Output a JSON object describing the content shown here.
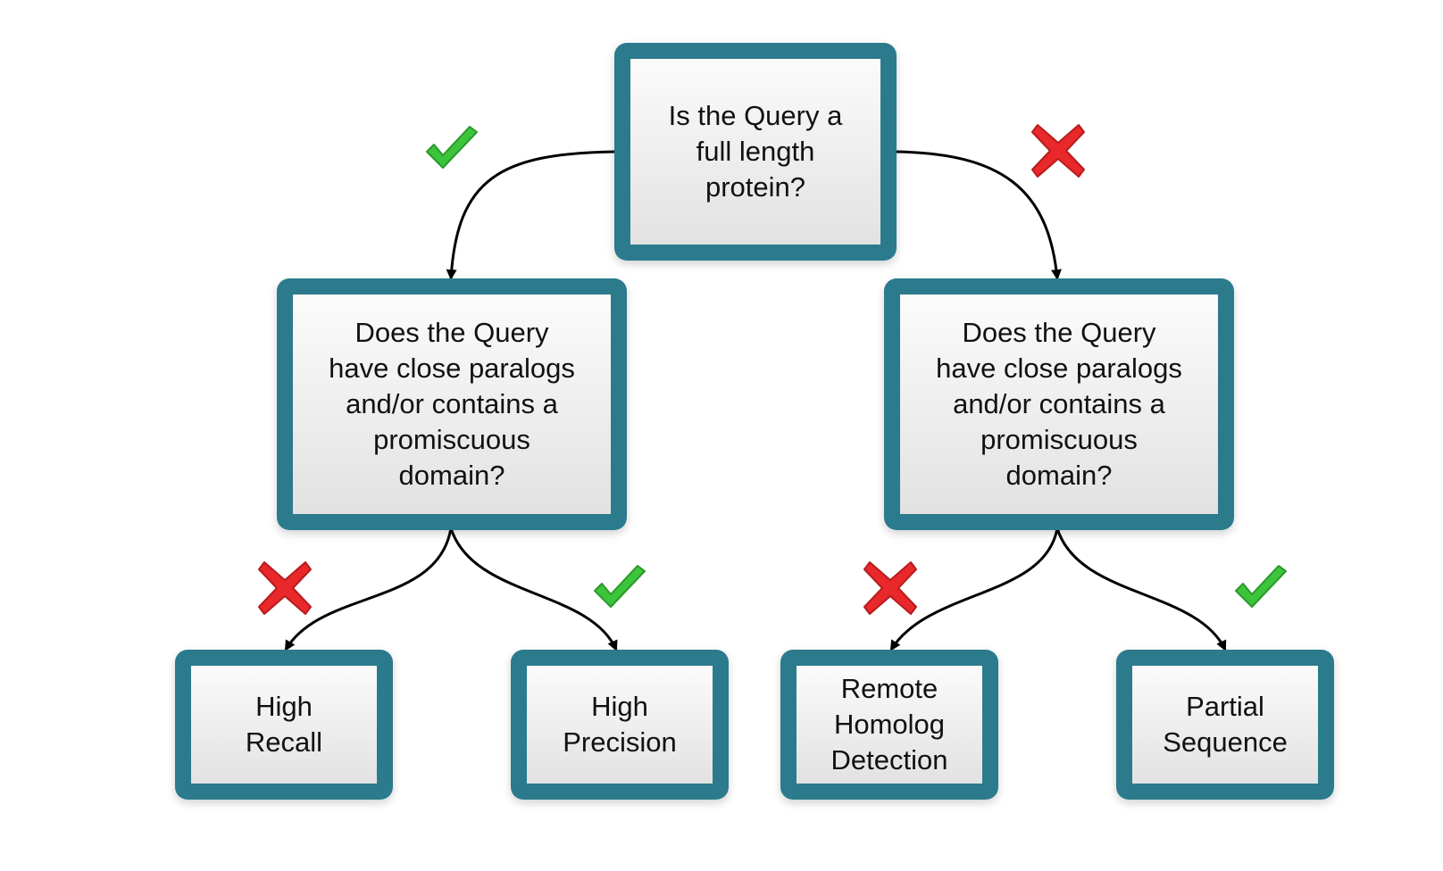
{
  "diagram": {
    "root": {
      "text": "Is the Query a\nfull length\nprotein?"
    },
    "left_question": {
      "text": "Does the Query\nhave close paralogs\nand/or contains a\npromiscuous\ndomain?"
    },
    "right_question": {
      "text": "Does the Query\nhave close paralogs\nand/or contains a\npromiscuous\ndomain?"
    },
    "leaves": [
      {
        "text": "High\nRecall"
      },
      {
        "text": "High\nPrecision"
      },
      {
        "text": "Remote\nHomolog\nDetection"
      },
      {
        "text": "Partial\nSequence"
      }
    ]
  },
  "marks": {
    "root_left": "check-icon",
    "root_right": "cross-icon",
    "left_left": "cross-icon",
    "left_right": "check-icon",
    "right_left": "cross-icon",
    "right_right": "check-icon"
  },
  "colors": {
    "box_border": "#2b7b8d",
    "check": "#3cc43c",
    "cross": "#e8282a"
  }
}
